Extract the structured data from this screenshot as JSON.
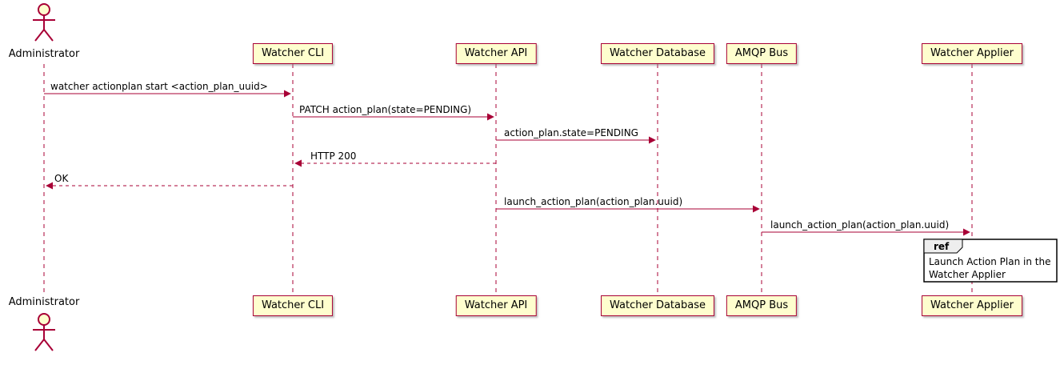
{
  "diagram": {
    "type": "sequence",
    "actor": {
      "label": "Administrator"
    },
    "participants": [
      {
        "label": "Watcher CLI"
      },
      {
        "label": "Watcher API"
      },
      {
        "label": "Watcher Database"
      },
      {
        "label": "AMQP Bus"
      },
      {
        "label": "Watcher Applier"
      }
    ],
    "messages": [
      {
        "from": "Administrator",
        "to": "Watcher CLI",
        "label": "watcher actionplan start <action_plan_uuid>",
        "line": "solid"
      },
      {
        "from": "Watcher CLI",
        "to": "Watcher API",
        "label": "PATCH action_plan(state=PENDING)",
        "line": "solid"
      },
      {
        "from": "Watcher API",
        "to": "Watcher Database",
        "label": "action_plan.state=PENDING",
        "line": "solid"
      },
      {
        "from": "Watcher API",
        "to": "Watcher CLI",
        "label": "HTTP 200",
        "line": "dashed"
      },
      {
        "from": "Watcher CLI",
        "to": "Administrator",
        "label": "OK",
        "line": "dashed"
      },
      {
        "from": "Watcher API",
        "to": "AMQP Bus",
        "label": "launch_action_plan(action_plan.uuid)",
        "line": "solid"
      },
      {
        "from": "AMQP Bus",
        "to": "Watcher Applier",
        "label": "launch_action_plan(action_plan.uuid)",
        "line": "solid"
      }
    ],
    "ref": {
      "keyword": "ref",
      "lines": [
        "Launch Action Plan in the",
        "Watcher Applier"
      ]
    },
    "colors": {
      "participant_fill": "#FEFECE",
      "line": "#A80036",
      "text": "#000000"
    }
  }
}
